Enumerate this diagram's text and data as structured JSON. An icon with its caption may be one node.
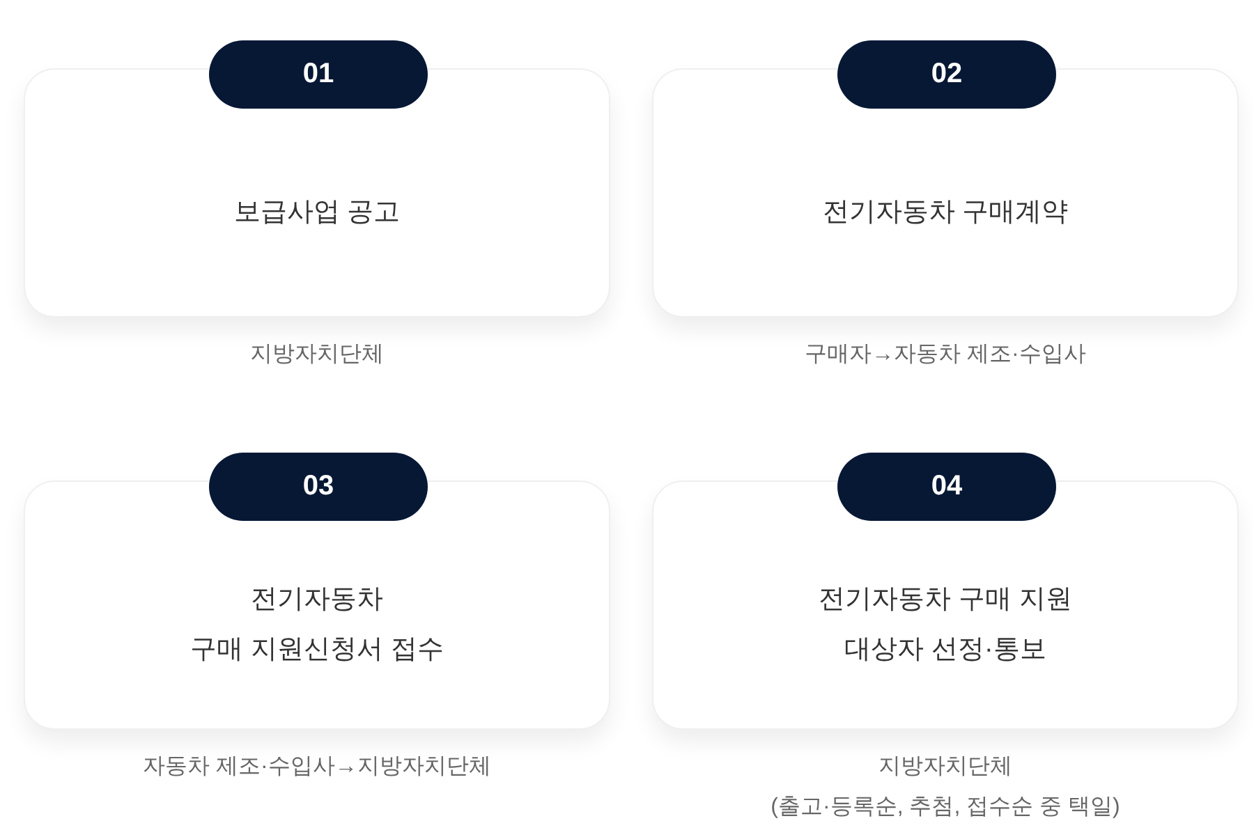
{
  "diagram": {
    "nodes": [
      {
        "text": [
          "01"
        ]
      },
      {
        "text": [
          "보급사업 공고"
        ],
        "beside": [
          "지방자치단체"
        ]
      },
      {
        "text": [
          "02"
        ]
      },
      {
        "text": [
          "전기자동차 구매계약"
        ],
        "beside": [
          "구매자→자동차 제조·수입사"
        ]
      },
      {
        "text": [
          "03"
        ]
      },
      {
        "text": [
          "전기자동차 구매 지원신청서 접수"
        ],
        "beside": [
          "자동차 제조·수입사→지방자치단체"
        ]
      },
      {
        "text": [
          "04"
        ]
      },
      {
        "text": [
          "전기자동차 구매 지원 대상자 선정·통보"
        ],
        "beside": [
          "지방자치단체",
          "(출고·등록순, 추첨, 접수순 중 택일)"
        ]
      }
    ]
  }
}
